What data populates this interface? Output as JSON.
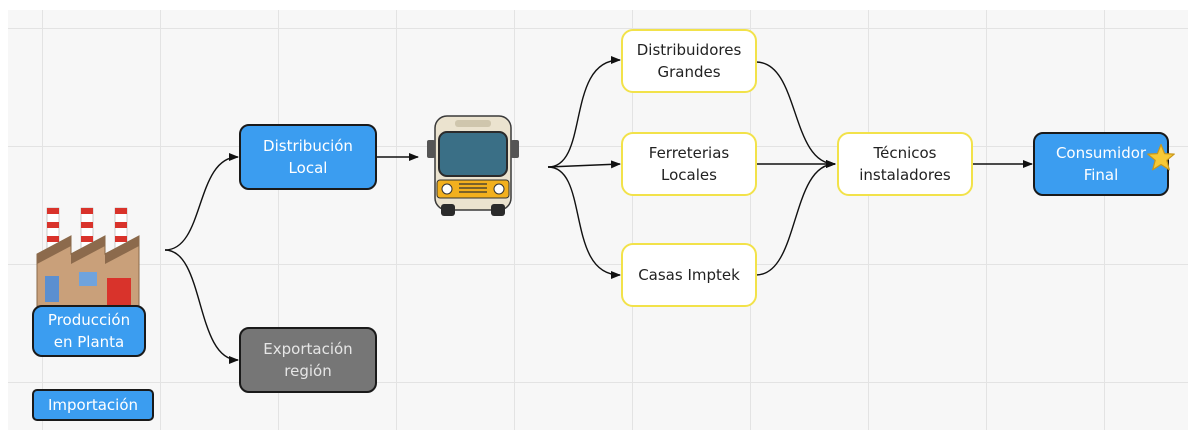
{
  "nodes": {
    "produccion": "Producción\nen Planta",
    "importacion": "Importación",
    "distribucion_local": "Distribución\nLocal",
    "exportacion": "Exportación\nregión",
    "distribuidores_grandes": "Distribuidores\nGrandes",
    "ferreterias": "Ferreterias\nLocales",
    "casas_imptek": "Casas Imptek",
    "tecnicos": "Técnicos\ninstaladores",
    "consumidor": "Consumidor\nFinal"
  },
  "icons": {
    "factory": "factory-icon",
    "bus": "bus-icon",
    "star": "star-icon"
  },
  "colors": {
    "blue_node": "#3b9df0",
    "gray_node": "#767676",
    "yellow_border": "#f2e24a",
    "connector": "#111111"
  }
}
